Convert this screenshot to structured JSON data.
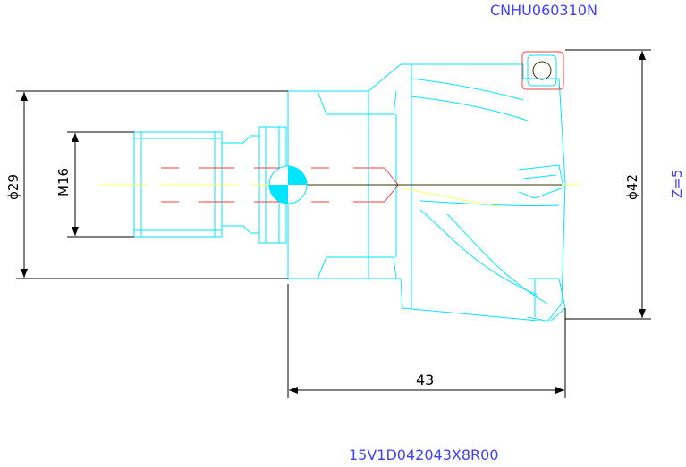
{
  "texts": {
    "insert_code": "CNHU060310N",
    "part_code": "15V1D042043X8R00",
    "dim_diameter_shank": "ϕ29",
    "dim_thread": "M16",
    "dim_diameter_cutter": "ϕ42",
    "dim_length": "43",
    "teeth_count": "Z=5"
  },
  "colors": {
    "background": "#ffffff",
    "outline": "#00e5ff",
    "centerline": "#ffff66",
    "hidden": "#ff3b3b",
    "insert": "#ff3b3b",
    "dimension": "#000000",
    "label_blue": "#3f3fff",
    "dark_line": "#333300"
  }
}
